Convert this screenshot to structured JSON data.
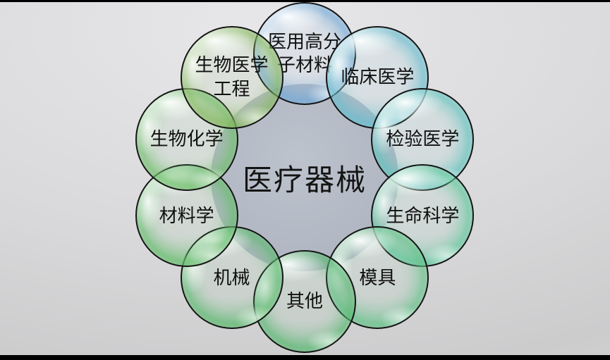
{
  "diagram": {
    "title": "医疗器械",
    "background": {
      "highlight": "#e7e7e9",
      "base": "#dadadc",
      "shade": "#cccccd",
      "frame_bar": "#000000"
    },
    "center": {
      "label": "医疗器械",
      "fill": "#b3b9c4",
      "text_color": "#141414"
    },
    "bubbles": [
      {
        "id": "medical-polymer-materials",
        "lines": [
          "医用高分",
          "子材料"
        ],
        "color": "#74a9d6"
      },
      {
        "id": "clinical-medicine",
        "lines": [
          "临床医学"
        ],
        "color": "#66bccd"
      },
      {
        "id": "laboratory-medicine",
        "lines": [
          "检验医学"
        ],
        "color": "#5fc2bd"
      },
      {
        "id": "life-science",
        "lines": [
          "生命科学"
        ],
        "color": "#5ec79c"
      },
      {
        "id": "mold",
        "lines": [
          "模具"
        ],
        "color": "#63c287"
      },
      {
        "id": "other",
        "lines": [
          "其他"
        ],
        "color": "#58b871"
      },
      {
        "id": "machinery",
        "lines": [
          "机械"
        ],
        "color": "#5bb96e"
      },
      {
        "id": "materials-science",
        "lines": [
          "材料学"
        ],
        "color": "#62bc6a"
      },
      {
        "id": "biochemistry",
        "lines": [
          "生物化学"
        ],
        "color": "#6cbe68"
      },
      {
        "id": "biomedical-engineering",
        "lines": [
          "生物医学",
          "工程"
        ],
        "color": "#85b85e"
      }
    ]
  }
}
